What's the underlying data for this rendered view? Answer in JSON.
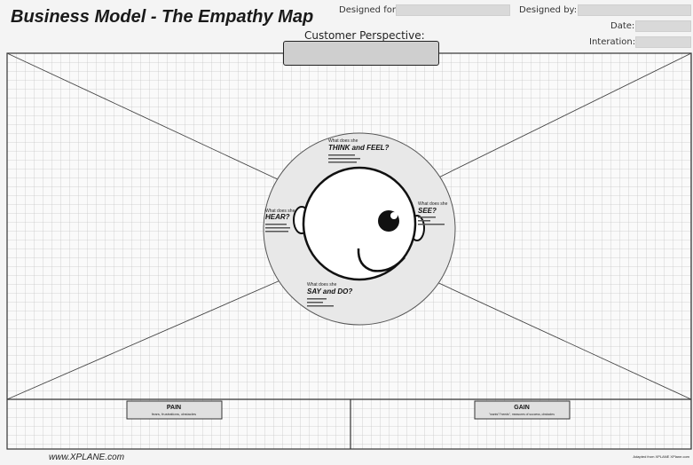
{
  "header": {
    "title": "Business Model - The Empathy Map",
    "designed_for_label": "Designed for:",
    "designed_by_label": "Designed by:",
    "date_label": "Date:",
    "iteration_label": "Interation:",
    "perspective_label": "Customer Perspective:"
  },
  "quadrants": {
    "think": {
      "prompt": "What does she",
      "title": "THINK and FEEL?"
    },
    "hear": {
      "prompt": "What does she",
      "title": "HEAR?"
    },
    "see": {
      "prompt": "What does she",
      "title": "SEE?"
    },
    "say": {
      "prompt": "What does she",
      "title": "SAY and DO?"
    }
  },
  "bottom": {
    "pain": {
      "title": "PAIN",
      "subtitle": "fears, frustrations, obstacles"
    },
    "gain": {
      "title": "GAIN",
      "subtitle": "\"wants\"/\"needs\", measures of success, obstacles"
    }
  },
  "footer": {
    "url": "www.XPLANE.com",
    "credit": "Adapted from XPLANE XPlane.com"
  },
  "colors": {
    "grid": "#c8c8c8",
    "circle_fill": "#e6e6e6",
    "lines": "#444444"
  }
}
